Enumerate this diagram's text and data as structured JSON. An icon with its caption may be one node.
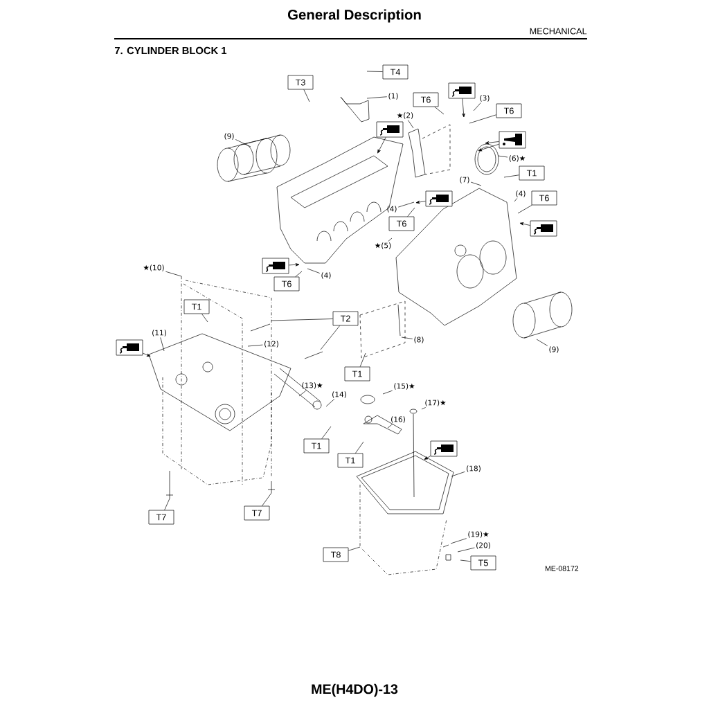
{
  "diagram": {
    "title": "General Description",
    "nodes": [
      {
        "text": [
          "T4"
        ]
      },
      {
        "text": [
          "T3"
        ]
      },
      {
        "text": [
          "(1)"
        ]
      },
      {
        "text": [
          "T6"
        ]
      },
      {
        "text": [],
        "shape": "picture"
      },
      {
        "text": [
          "(3)"
        ]
      },
      {
        "text": [
          "T6"
        ]
      },
      {
        "text": [
          "★(2)"
        ]
      },
      {
        "text": [],
        "shape": "picture"
      },
      {
        "text": [
          "(9)"
        ]
      },
      {
        "text": [],
        "shape": "picture"
      },
      {
        "text": [
          "(6)★"
        ]
      },
      {
        "text": [
          "T1"
        ]
      },
      {
        "text": [
          "(7)"
        ]
      },
      {
        "text": [
          "(4)"
        ]
      },
      {
        "text": [
          "T6"
        ]
      },
      {
        "text": [],
        "shape": "picture"
      },
      {
        "text": [
          "(4)"
        ]
      },
      {
        "text": [
          "T6"
        ]
      },
      {
        "text": [],
        "shape": "picture"
      },
      {
        "text": [
          "★(5)"
        ]
      },
      {
        "text": [],
        "shape": "picture"
      },
      {
        "text": [
          "(4)"
        ]
      },
      {
        "text": [
          "T6"
        ]
      },
      {
        "text": [
          "★(10)"
        ]
      },
      {
        "text": [
          "T1"
        ]
      },
      {
        "text": [
          "T2"
        ]
      },
      {
        "text": [
          "(11)"
        ]
      },
      {
        "text": [
          "(12)"
        ]
      },
      {
        "text": [],
        "shape": "picture"
      },
      {
        "text": [
          "(8)"
        ]
      },
      {
        "text": [
          "(9)"
        ]
      },
      {
        "text": [
          "T1"
        ]
      },
      {
        "text": [
          "(13)★"
        ]
      },
      {
        "text": [
          "(14)"
        ]
      },
      {
        "text": [
          "(15)★"
        ]
      },
      {
        "text": [
          "(17)★"
        ]
      },
      {
        "text": [
          "(16)"
        ]
      },
      {
        "text": [
          "T1"
        ]
      },
      {
        "text": [
          "T1"
        ]
      },
      {
        "text": [],
        "shape": "picture"
      },
      {
        "text": [
          "(18)"
        ]
      },
      {
        "text": [
          "T7"
        ]
      },
      {
        "text": [
          "T7"
        ]
      },
      {
        "text": [
          "(19)★"
        ]
      },
      {
        "text": [
          "(20)"
        ]
      },
      {
        "text": [
          "T8"
        ]
      },
      {
        "text": [
          "T5"
        ]
      }
    ],
    "edges": [
      {
        "from": 0,
        "to": null,
        "arrow": "none"
      },
      {
        "from": 1,
        "to": null,
        "arrow": "none"
      },
      {
        "from": 2,
        "to": null,
        "arrow": "none"
      },
      {
        "from": 3,
        "to": null,
        "arrow": "none"
      },
      {
        "from": 4,
        "to": null,
        "arrow": "to"
      },
      {
        "from": 5,
        "to": null,
        "arrow": "none"
      },
      {
        "from": 6,
        "to": null,
        "arrow": "none"
      },
      {
        "from": 7,
        "to": null,
        "arrow": "none"
      },
      {
        "from": 8,
        "to": null,
        "arrow": "to"
      },
      {
        "from": 9,
        "to": null,
        "arrow": "none"
      },
      {
        "from": 10,
        "to": null,
        "arrow": "to"
      },
      {
        "from": 10,
        "to": null,
        "arrow": "to"
      },
      {
        "from": 11,
        "to": null,
        "arrow": "none"
      },
      {
        "from": 12,
        "to": null,
        "arrow": "none"
      },
      {
        "from": 13,
        "to": null,
        "arrow": "none"
      },
      {
        "from": 14,
        "to": null,
        "arrow": "none"
      },
      {
        "from": 15,
        "to": null,
        "arrow": "none"
      },
      {
        "from": 16,
        "to": null,
        "arrow": "to"
      },
      {
        "from": 17,
        "to": null,
        "arrow": "none"
      },
      {
        "from": 18,
        "to": null,
        "arrow": "none"
      },
      {
        "from": 19,
        "to": null,
        "arrow": "to"
      },
      {
        "from": 20,
        "to": null,
        "arrow": "none"
      },
      {
        "from": 21,
        "to": null,
        "arrow": "to"
      },
      {
        "from": 22,
        "to": null,
        "arrow": "none"
      },
      {
        "from": 23,
        "to": null,
        "arrow": "none"
      },
      {
        "from": 24,
        "to": null,
        "arrow": "none"
      },
      {
        "from": 25,
        "to": null,
        "arrow": "none"
      },
      {
        "from": 26,
        "to": null,
        "arrow": "none"
      },
      {
        "from": 26,
        "to": null,
        "arrow": "none"
      },
      {
        "from": 27,
        "to": null,
        "arrow": "none"
      },
      {
        "from": 28,
        "to": null,
        "arrow": "none"
      },
      {
        "from": 29,
        "to": null,
        "arrow": "to"
      },
      {
        "from": 30,
        "to": null,
        "arrow": "none"
      },
      {
        "from": 31,
        "to": null,
        "arrow": "none"
      },
      {
        "from": 32,
        "to": null,
        "arrow": "none"
      },
      {
        "from": 33,
        "to": null,
        "arrow": "none"
      },
      {
        "from": 34,
        "to": null,
        "arrow": "none"
      },
      {
        "from": 35,
        "to": null,
        "arrow": "none"
      },
      {
        "from": 36,
        "to": null,
        "arrow": "none"
      },
      {
        "from": 37,
        "to": null,
        "arrow": "none"
      },
      {
        "from": 38,
        "to": null,
        "arrow": "none"
      },
      {
        "from": 39,
        "to": null,
        "arrow": "none"
      },
      {
        "from": 40,
        "to": null,
        "arrow": "to"
      },
      {
        "from": 41,
        "to": null,
        "arrow": "none"
      },
      {
        "from": 42,
        "to": null,
        "arrow": "none"
      },
      {
        "from": 43,
        "to": null,
        "arrow": "none"
      },
      {
        "from": 44,
        "to": null,
        "arrow": "none"
      },
      {
        "from": 45,
        "to": null,
        "arrow": "none"
      },
      {
        "from": 46,
        "to": null,
        "arrow": "none"
      },
      {
        "from": 47,
        "to": null,
        "arrow": "none"
      }
    ],
    "labels": [
      "MECHANICAL",
      "7. CYLINDER BLOCK 1",
      "ME-08172",
      "ME(H4DO)-13"
    ]
  }
}
